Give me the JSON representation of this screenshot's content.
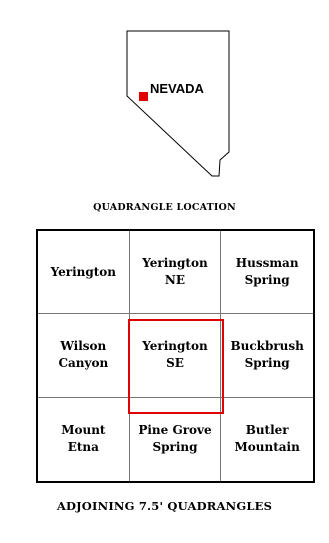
{
  "state_map": {
    "state_label": "NEVADA",
    "marker_color": "#e00000"
  },
  "location_title": "QUADRANGLE LOCATION",
  "quadrangles": [
    "Yerington",
    "Yerington\nNE",
    "Hussman\nSpring",
    "Wilson\nCanyon",
    "Yerington\nSE",
    "Buckbrush\nSpring",
    "Mount\nEtna",
    "Pine Grove\nSpring",
    "Butler\nMountain"
  ],
  "highlight_color": "#e00000",
  "adjoining_title": "ADJOINING 7.5' QUADRANGLES"
}
